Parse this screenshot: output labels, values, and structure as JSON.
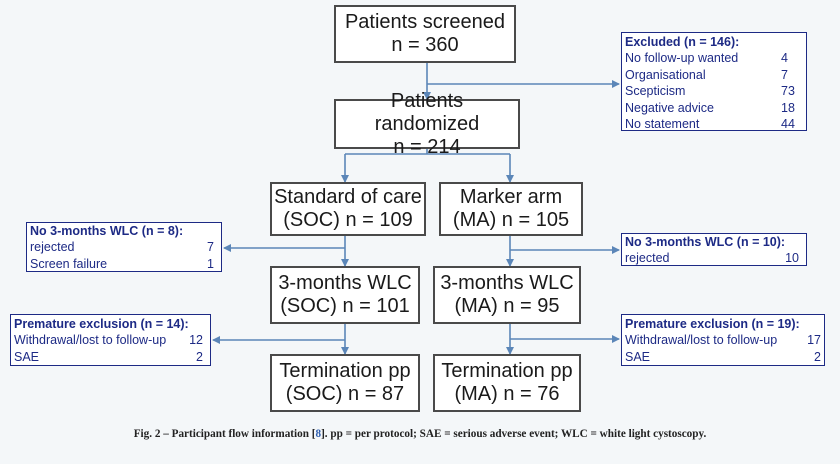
{
  "nodes": {
    "screened": {
      "title": "Patients screened",
      "value": "n = 360"
    },
    "randomized": {
      "title": "Patients randomized",
      "value": "n = 214"
    },
    "soc": {
      "title": "Standard of care",
      "value": "(SOC) n = 109"
    },
    "ma": {
      "title": "Marker arm",
      "value": "(MA) n = 105"
    },
    "soc_wlc": {
      "title": "3-months WLC",
      "value": "(SOC) n = 101"
    },
    "ma_wlc": {
      "title": "3-months WLC",
      "value": "(MA) n = 95"
    },
    "soc_term": {
      "title": "Termination pp",
      "value": "(SOC) n = 87"
    },
    "ma_term": {
      "title": "Termination pp",
      "value": "(MA) n = 76"
    }
  },
  "excluded": {
    "header": "Excluded (n = 146):",
    "rows": [
      {
        "label": "No follow-up wanted",
        "value": "4"
      },
      {
        "label": "Organisational",
        "value": "7"
      },
      {
        "label": "Scepticism",
        "value": "73"
      },
      {
        "label": "Negative advice",
        "value": "18"
      },
      {
        "label": "No statement",
        "value": "44"
      }
    ]
  },
  "soc_no_wlc": {
    "header": "No 3-months WLC (n = 8):",
    "rows": [
      {
        "label": "rejected",
        "value": "7"
      },
      {
        "label": "Screen failure",
        "value": "1"
      }
    ]
  },
  "ma_no_wlc": {
    "header": "No 3-months WLC (n = 10):",
    "rows": [
      {
        "label": "rejected",
        "value": "10"
      }
    ]
  },
  "soc_premature": {
    "header": "Premature exclusion (n = 14):",
    "rows": [
      {
        "label": "Withdrawal/lost to follow-up",
        "value": "12"
      },
      {
        "label": "SAE",
        "value": "2"
      }
    ]
  },
  "ma_premature": {
    "header": "Premature exclusion (n = 19):",
    "rows": [
      {
        "label": "Withdrawal/lost to follow-up",
        "value": "17"
      },
      {
        "label": "SAE",
        "value": "2"
      }
    ]
  },
  "caption": {
    "lead": "Fig. 2 – Participant flow information [",
    "ref": "8",
    "tail": "]. pp = per protocol; SAE = serious adverse event; WLC = white light cystoscopy."
  },
  "colors": {
    "accent": "#1d2a85",
    "arrow": "#5b86b8"
  }
}
